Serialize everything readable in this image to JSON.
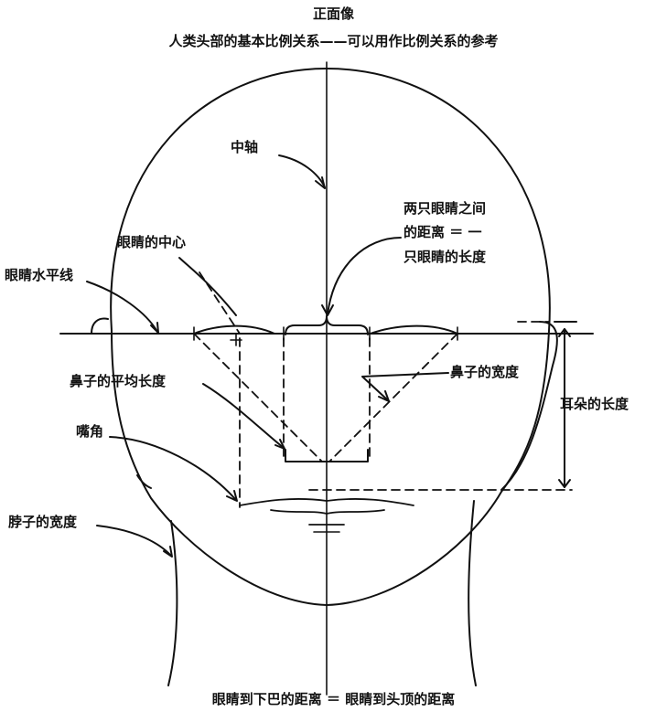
{
  "title": "正面像",
  "subtitle": "人类头部的基本比例关系——可以用作比例关系的参考",
  "labels": {
    "central_axis": "中轴",
    "eye_center": "眼睛的中心",
    "eye_horizontal_line": "眼睛水平线",
    "eye_distance_line1": "两只眼睛之间",
    "eye_distance_line2": "的距离 ＝ 一",
    "eye_distance_line3": "只眼睛的长度",
    "nose_avg_length": "鼻子的平均长度",
    "nose_width": "鼻子的宽度",
    "ear_length": "耳朵的长度",
    "mouth_corner": "嘴角",
    "neck_width": "脖子的宽度"
  },
  "bottom_caption": "眼睛到下巴的距离 ＝ 眼睛到头顶的距离",
  "colors": {
    "ink": "#111111",
    "background": "#ffffff"
  }
}
